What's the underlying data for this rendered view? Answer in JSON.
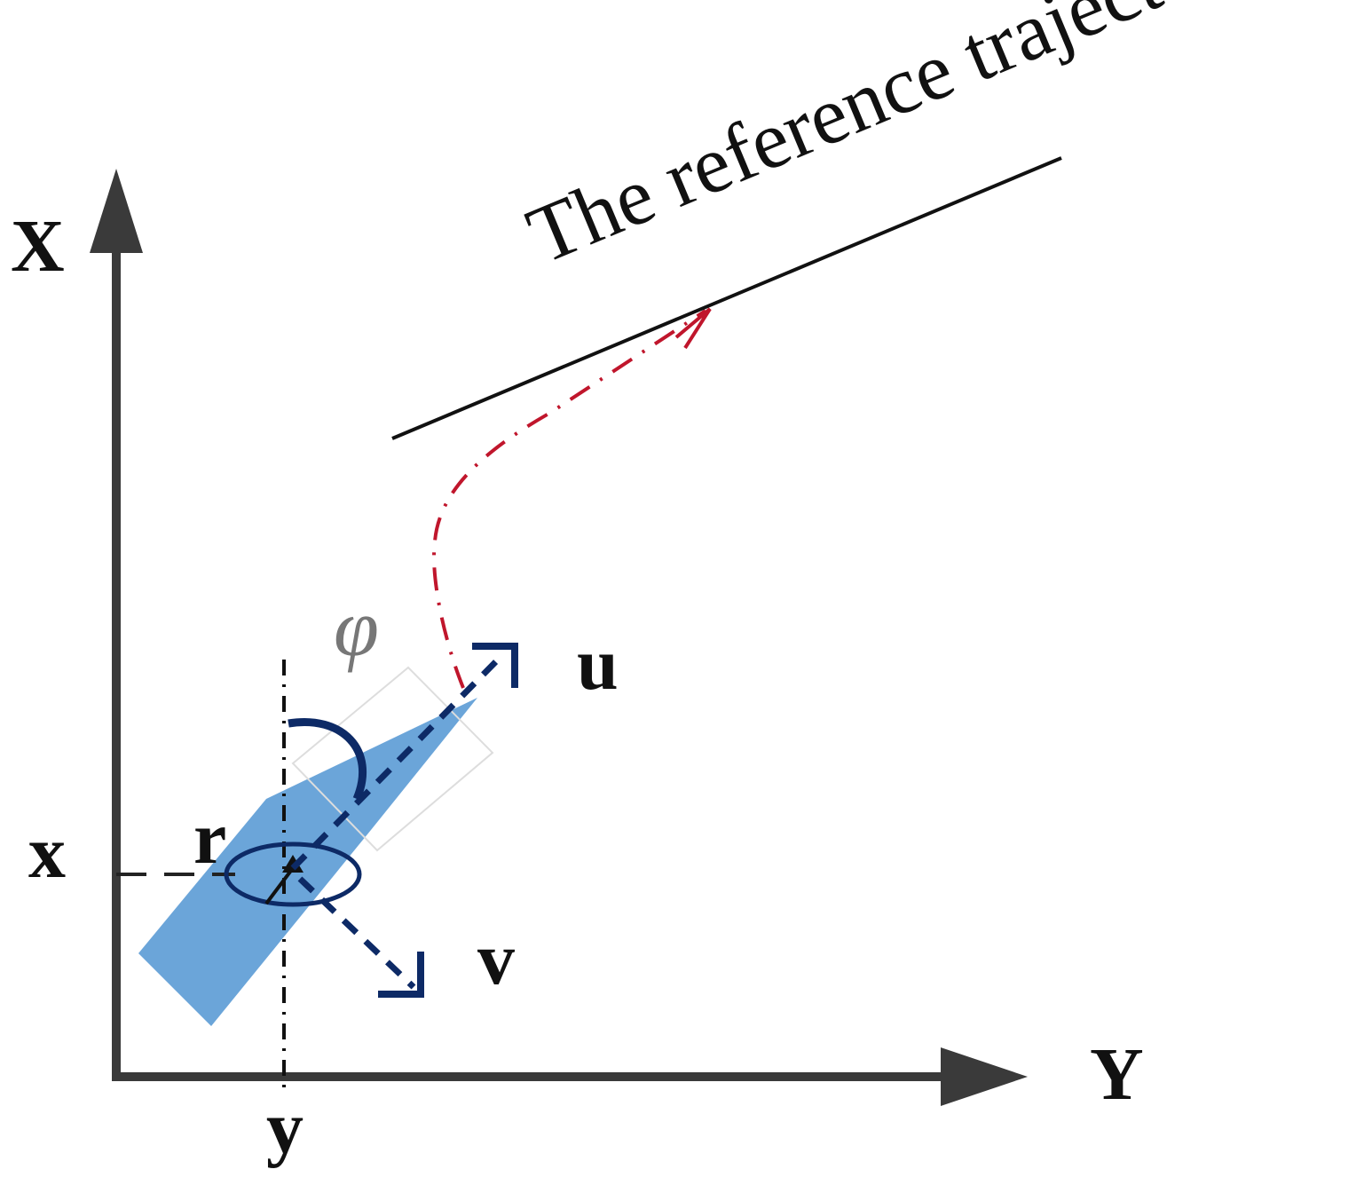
{
  "diagram": {
    "axis_labels": {
      "vertical": "X",
      "horizontal": "Y"
    },
    "coordinate_labels": {
      "x_position": "x",
      "y_position": "y"
    },
    "velocity_labels": {
      "surge": "u",
      "sway": "v",
      "yaw_rate": "r"
    },
    "heading_symbol": "φ",
    "trajectory_label": "The reference trajectory",
    "colors": {
      "axis": "#3a3a3a",
      "vessel": "#5b9bd5",
      "velocity_arrows": "#0d2a66",
      "trajectory": "#c0162c",
      "text": "#111111"
    }
  }
}
